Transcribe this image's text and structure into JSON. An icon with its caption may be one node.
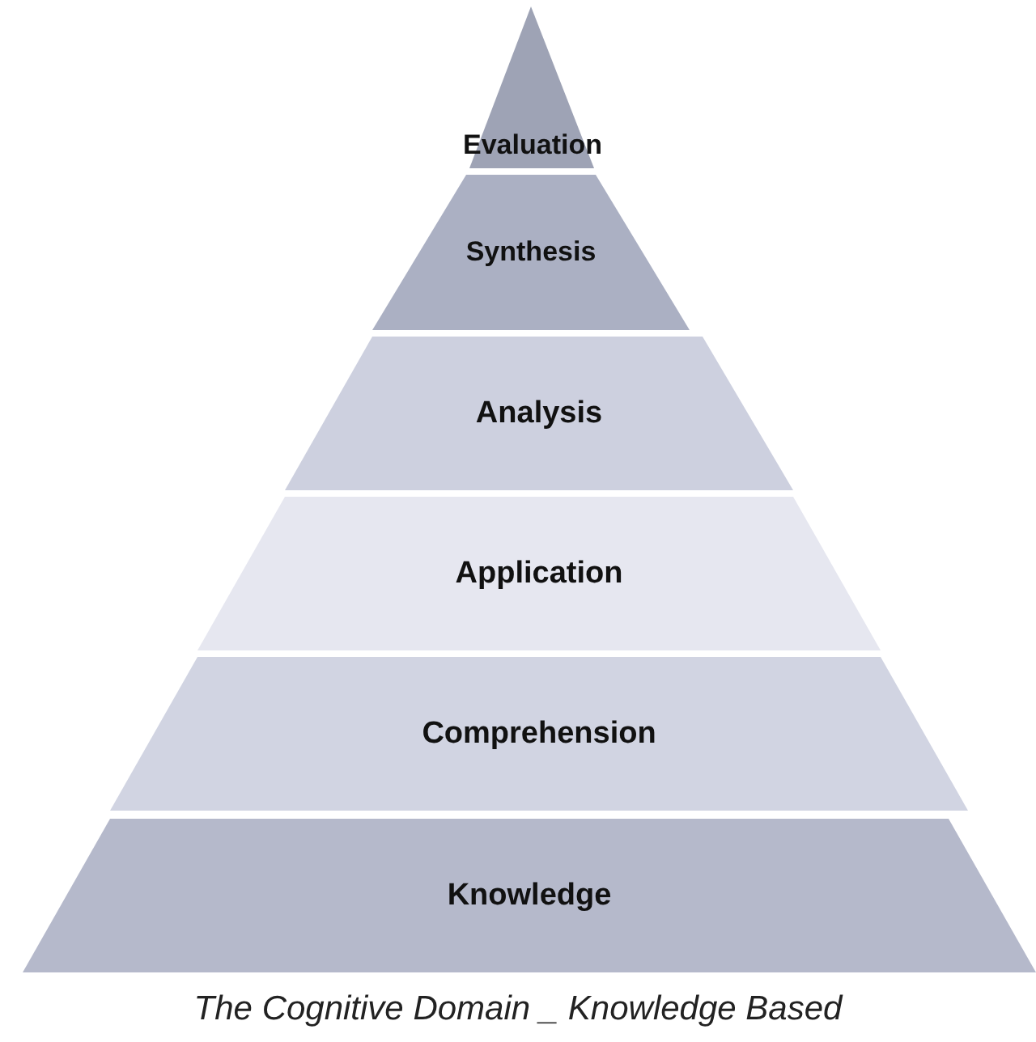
{
  "diagram": {
    "caption": "The Cognitive Domain _ Knowledge Based",
    "nodes": [
      {
        "text": [
          "Evaluation"
        ]
      },
      {
        "text": [
          "Synthesis"
        ]
      },
      {
        "text": [
          "Analysis"
        ]
      },
      {
        "text": [
          "Application"
        ]
      },
      {
        "text": [
          "Comprehension"
        ]
      },
      {
        "text": [
          "Knowledge"
        ]
      }
    ]
  }
}
